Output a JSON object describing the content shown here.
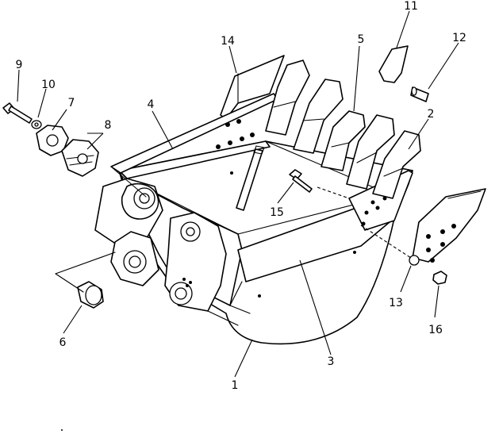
{
  "figure": {
    "subject": "Excavator bucket parts diagram",
    "callouts": [
      {
        "id": "1",
        "text": "1"
      },
      {
        "id": "2",
        "text": "2"
      },
      {
        "id": "3",
        "text": "3"
      },
      {
        "id": "4",
        "text": "4"
      },
      {
        "id": "5",
        "text": "5"
      },
      {
        "id": "6",
        "text": "6"
      },
      {
        "id": "7",
        "text": "7"
      },
      {
        "id": "8",
        "text": "8"
      },
      {
        "id": "9",
        "text": "9"
      },
      {
        "id": "10",
        "text": "10"
      },
      {
        "id": "11",
        "text": "11"
      },
      {
        "id": "12",
        "text": "12"
      },
      {
        "id": "13",
        "text": "13"
      },
      {
        "id": "14",
        "text": "14"
      },
      {
        "id": "15",
        "text": "15"
      },
      {
        "id": "16",
        "text": "16"
      }
    ]
  }
}
